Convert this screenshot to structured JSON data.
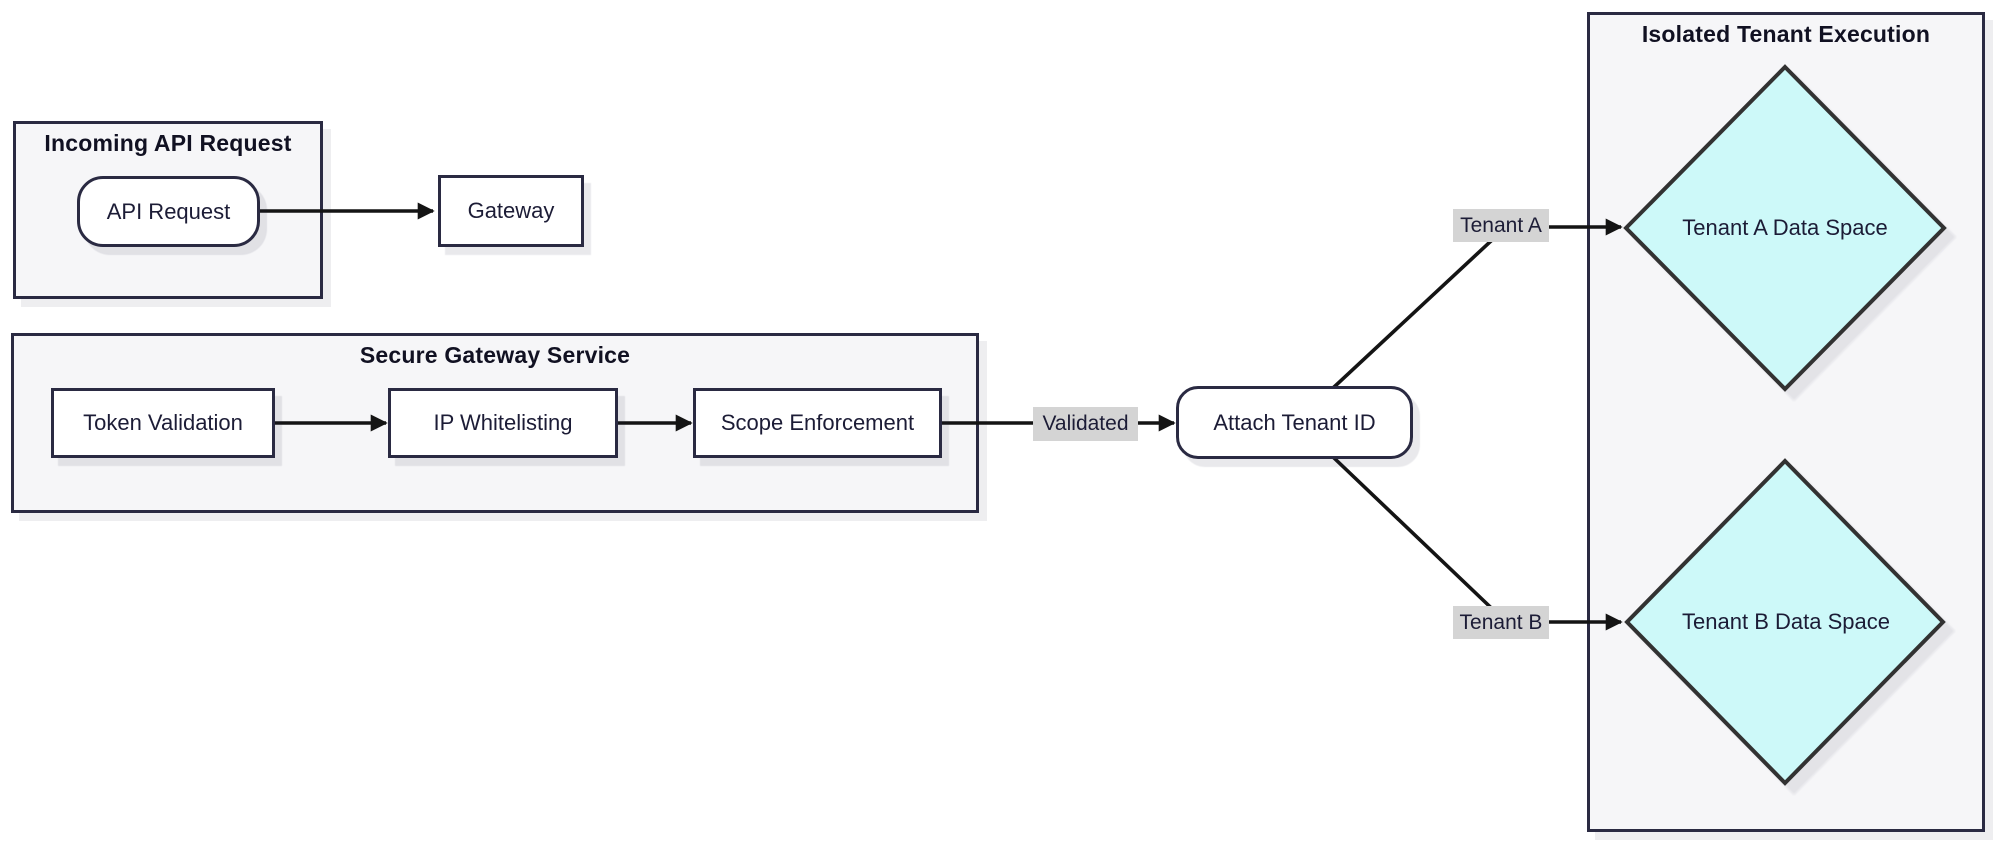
{
  "diagram": {
    "type": "flowchart",
    "subgraphs": [
      {
        "id": "incoming-api-request",
        "title": "Incoming API Request"
      },
      {
        "id": "secure-gateway-service",
        "title": "Secure Gateway Service"
      },
      {
        "id": "isolated-tenant-execution",
        "title": "Isolated Tenant Execution"
      }
    ],
    "nodes": [
      {
        "id": "api-request",
        "label": "API Request",
        "shape": "rounded",
        "subgraph": "incoming-api-request"
      },
      {
        "id": "gateway",
        "label": "Gateway",
        "shape": "rect",
        "subgraph": null
      },
      {
        "id": "token-validation",
        "label": "Token Validation",
        "shape": "rect",
        "subgraph": "secure-gateway-service"
      },
      {
        "id": "ip-whitelisting",
        "label": "IP Whitelisting",
        "shape": "rect",
        "subgraph": "secure-gateway-service"
      },
      {
        "id": "scope-enforcement",
        "label": "Scope Enforcement",
        "shape": "rect",
        "subgraph": "secure-gateway-service"
      },
      {
        "id": "attach-tenant-id",
        "label": "Attach Tenant ID",
        "shape": "rounded",
        "subgraph": null
      },
      {
        "id": "tenant-a-data-space",
        "label": "Tenant A Data Space",
        "shape": "diamond",
        "subgraph": "isolated-tenant-execution"
      },
      {
        "id": "tenant-b-data-space",
        "label": "Tenant B Data Space",
        "shape": "diamond",
        "subgraph": "isolated-tenant-execution"
      }
    ],
    "edges": [
      {
        "from": "api-request",
        "to": "gateway",
        "label": ""
      },
      {
        "from": "token-validation",
        "to": "ip-whitelisting",
        "label": ""
      },
      {
        "from": "ip-whitelisting",
        "to": "scope-enforcement",
        "label": ""
      },
      {
        "from": "scope-enforcement",
        "to": "attach-tenant-id",
        "label": "Validated"
      },
      {
        "from": "attach-tenant-id",
        "to": "tenant-a-data-space",
        "label": "Tenant A"
      },
      {
        "from": "attach-tenant-id",
        "to": "tenant-b-data-space",
        "label": "Tenant B"
      }
    ],
    "colors": {
      "background": "#ffffff",
      "subgraph_fill": "#f6f6f8",
      "subgraph_border": "#2a2a42",
      "node_fill": "#ffffff",
      "node_border": "#2a2a42",
      "diamond_fill": "#cdf9f9",
      "diamond_border": "#333333",
      "edge_stroke": "#141414",
      "edge_label_bg": "#d4d4d4",
      "text": "#1c1c36"
    }
  }
}
